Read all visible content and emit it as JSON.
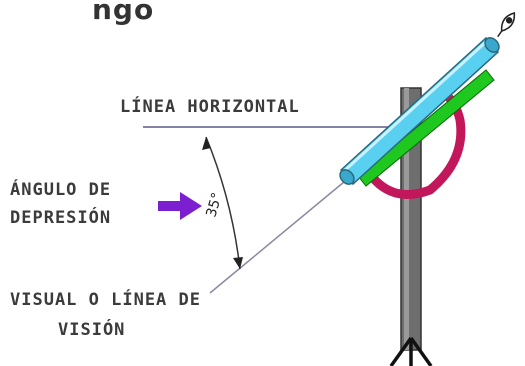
{
  "labels": {
    "title_fragment": "ngo",
    "horizontal_line": "LÍNEA HORIZONTAL",
    "depression_angle_line1": "ÁNGULO DE",
    "depression_angle_line2": "DEPRESIÓN",
    "line_of_sight_line1": "VISUAL O LÍNEA DE",
    "line_of_sight_line2": "VISIÓN",
    "angle_value": "35°"
  },
  "colors": {
    "background": "#ffffff",
    "label_text": "#3b3b3b",
    "horizontal_line": "#5a5a8a",
    "sight_line": "#8a8aa0",
    "arc": "#333333",
    "arrow": "#7b1fd0",
    "pole": "#6e6e6e",
    "pole_dark": "#444444",
    "protractor": "#c2185b",
    "tube": "#5ad0f0",
    "tube_outline": "#2a6a80",
    "green_bar": "#1ec81e"
  },
  "icons": {
    "eye": "eye-icon",
    "arrow": "right-arrow-icon"
  }
}
